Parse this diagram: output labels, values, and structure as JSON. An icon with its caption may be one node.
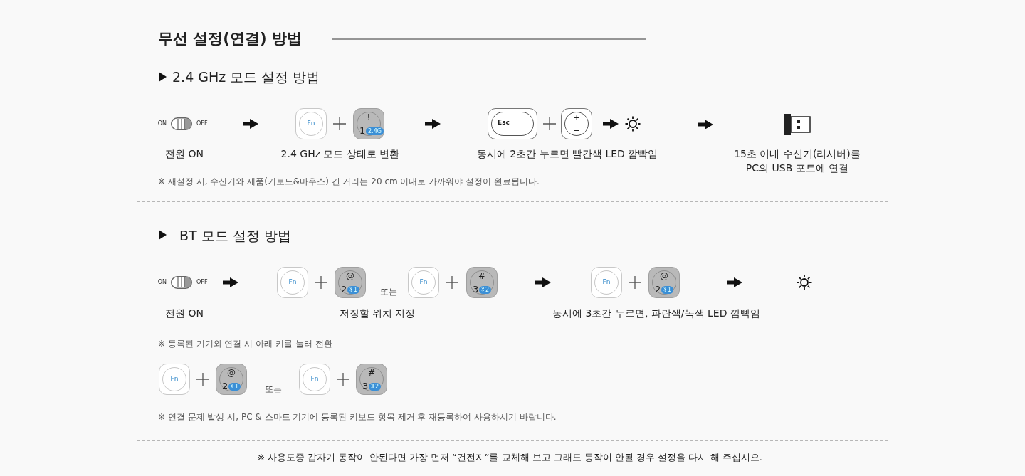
{
  "diagram": {
    "title": "무선 설정(연결) 방법",
    "nodes": [
      {
        "text": [],
        "shape": "switch",
        "beside": [
          "ON",
          "OFF"
        ]
      },
      {
        "text": [
          "Fn"
        ]
      },
      {
        "text": [
          "!",
          "1",
          "2.4G"
        ]
      },
      {
        "text": [
          "Esc"
        ]
      },
      {
        "text": [
          "+",
          "="
        ]
      },
      {
        "text": [],
        "shape": "sun"
      },
      {
        "text": [],
        "shape": "picture"
      },
      {
        "text": [],
        "shape": "switch",
        "beside": [
          "ON",
          "OFF"
        ]
      },
      {
        "text": [
          "Fn"
        ]
      },
      {
        "text": [
          "@",
          "2",
          "1"
        ]
      },
      {
        "text": [
          "Fn"
        ]
      },
      {
        "text": [
          "#",
          "3",
          "2"
        ]
      },
      {
        "text": [
          "Fn"
        ]
      },
      {
        "text": [
          "@",
          "2",
          "1"
        ]
      },
      {
        "text": [],
        "shape": "sun"
      },
      {
        "text": [
          "Fn"
        ]
      },
      {
        "text": [
          "@",
          "2",
          "1"
        ]
      },
      {
        "text": [
          "Fn"
        ]
      },
      {
        "text": [
          "#",
          "3",
          "2"
        ]
      }
    ],
    "edges": [
      {
        "from": 0,
        "to": 1,
        "arrow": "to"
      },
      {
        "from": 2,
        "to": 3,
        "arrow": "to"
      },
      {
        "from": 4,
        "to": 5,
        "arrow": "to"
      },
      {
        "from": 5,
        "to": 6,
        "arrow": "to"
      },
      {
        "from": 7,
        "to": 8,
        "arrow": "to"
      },
      {
        "from": 11,
        "to": 12,
        "arrow": "to"
      },
      {
        "from": 13,
        "to": 14,
        "arrow": "to"
      }
    ],
    "labels": [
      "2.4 GHz 모드 설정 방법",
      "전원 ON",
      "2.4 GHz 모드 상태로 변환",
      "동시에 2초간 누르면 빨간색 LED 깜빡임",
      "15초 이내 수신기(리시버)를 PC의 USB 포트에 연결",
      "※ 재설정 시, 수신기와 제품(키보드&마우스) 간 거리는 20 cm 이내로 가까워야 설정이 완료됩니다.",
      "BT 모드 설정 방법",
      "또는",
      "전원 ON",
      "저장할 위치 지정",
      "동시에 3초간 누르면, 파란색/녹색 LED 깜빡임",
      "※ 등록된 기기와 연결 시 아래 키를 눌러 전환",
      "또는",
      "※ 연결 문제 발생 시, PC & 스마트 기기에 등록된 키보드 항목 제거 후 재등록하여 사용하시기 바랍니다.",
      "※ 사용도중 갑자기 동작이 안된다면 가장 먼저 “건전지”를 교체해 보고 그래도 동작이 안될 경우 설정을 다시 해 주십시오."
    ]
  }
}
